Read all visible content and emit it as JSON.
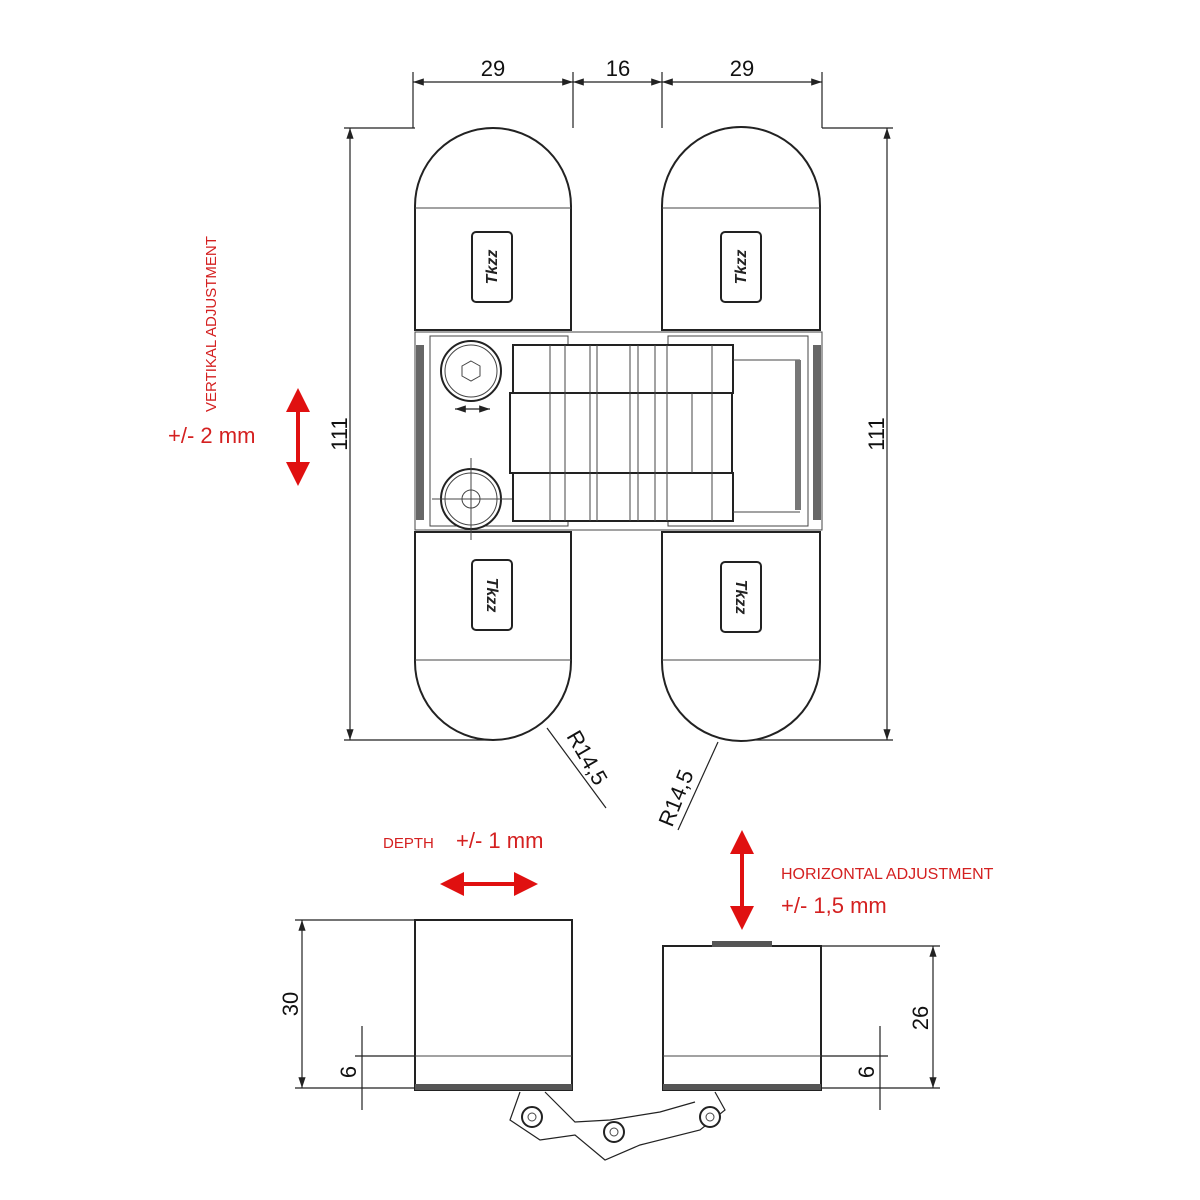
{
  "dimensions": {
    "width_left": "29",
    "gap": "16",
    "width_right": "29",
    "height_left": "111",
    "height_right": "111",
    "radius_left": "R14,5",
    "radius_right": "R14,5",
    "side_height_left": "30",
    "side_offset_left": "6",
    "side_height_right": "26",
    "side_offset_right": "6"
  },
  "annotations": {
    "vertical_title": "VERTIKAL ADJUSTMENT",
    "vertical_value": "+/- 2 mm",
    "depth_title": "DEPTH",
    "depth_value": "+/- 1 mm",
    "horizontal_title": "HORIZONTAL ADJUSTMENT",
    "horizontal_value": "+/-  1,5 mm"
  },
  "logo_text": "Tkzz",
  "colors": {
    "annotation": "#d42020",
    "line": "#222222"
  }
}
